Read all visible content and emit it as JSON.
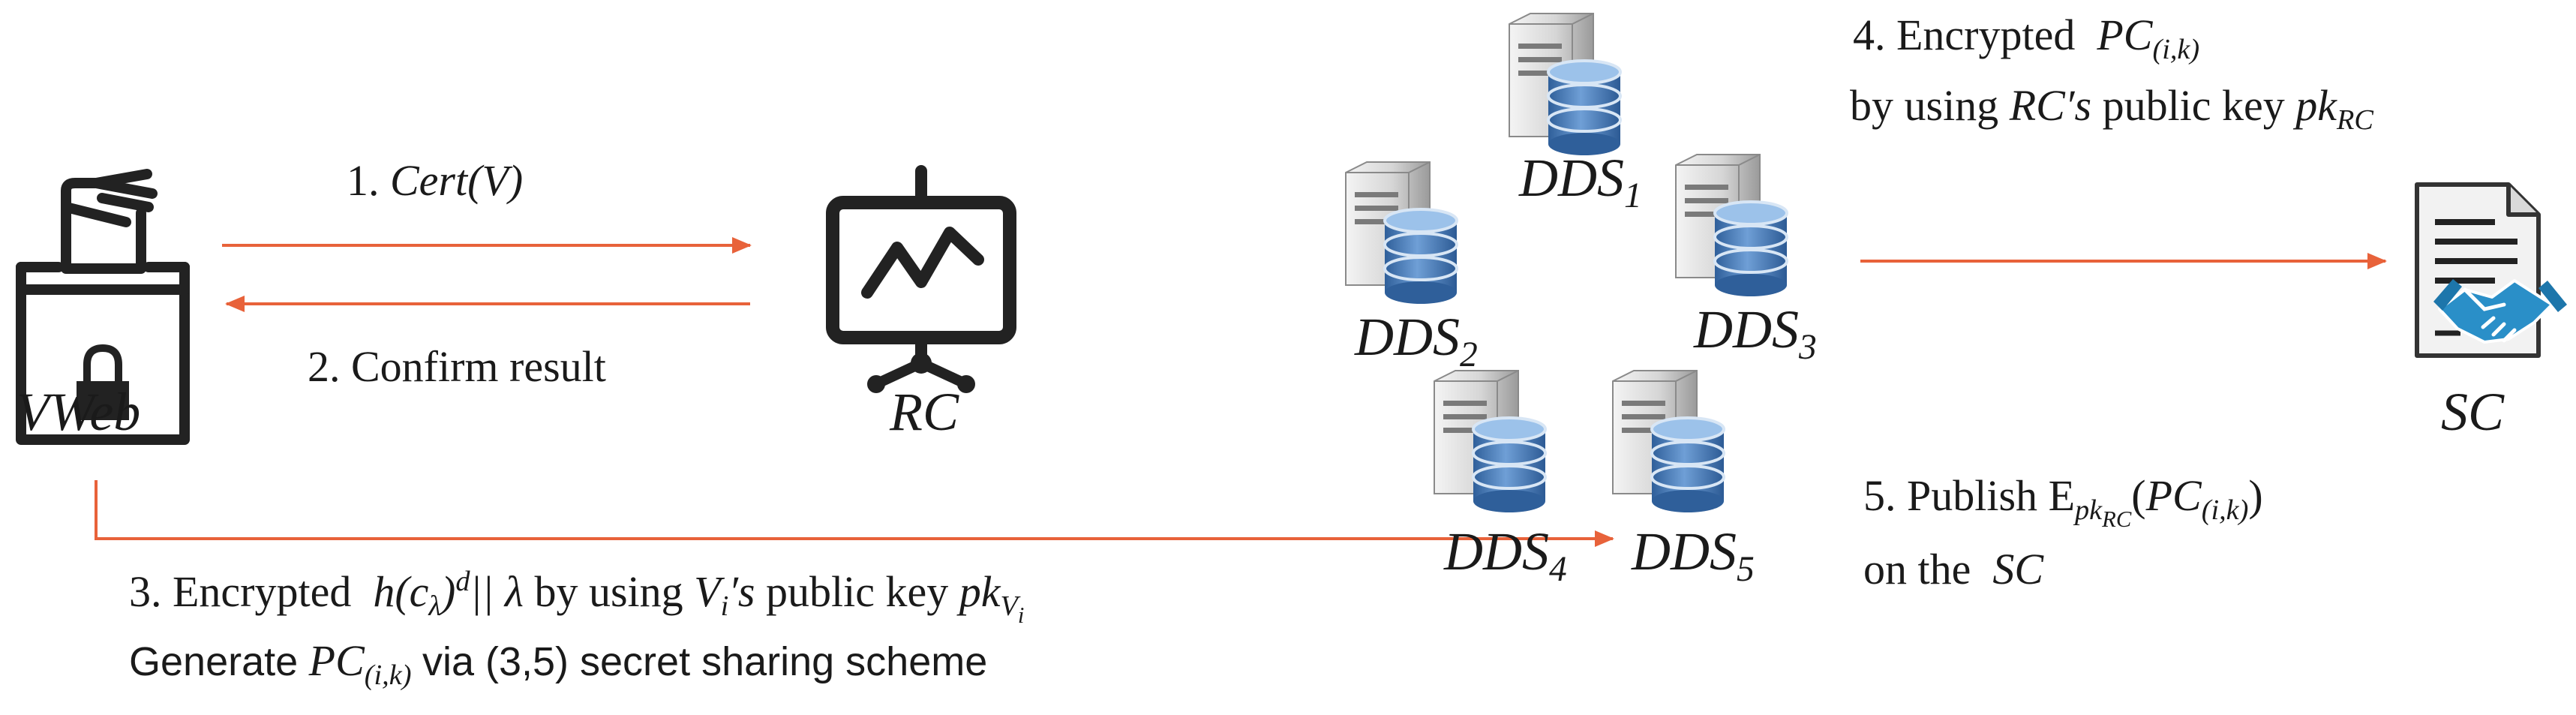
{
  "nodes": {
    "vweb": "VWeb",
    "rc": "RC",
    "sc": "SC",
    "dds1": {
      "base": "DDS",
      "sub": "1"
    },
    "dds2": {
      "base": "DDS",
      "sub": "2"
    },
    "dds3": {
      "base": "DDS",
      "sub": "3"
    },
    "dds4": {
      "base": "DDS",
      "sub": "4"
    },
    "dds5": {
      "base": "DDS",
      "sub": "5"
    }
  },
  "steps": {
    "s1": {
      "num": "1.",
      "text": "Cert(V)"
    },
    "s2": {
      "text": "2. Confirm result"
    },
    "s3": {
      "prefix": "3. Encrypted",
      "h": "h(c",
      "lambda_sub": "λ",
      "close": ")",
      "d": "d",
      "concat": "|| λ",
      "by_using": "by using",
      "vi": "V",
      "vi_sub": "i",
      "vi_prime": "′s",
      "tail": "public key",
      "pk": "pk",
      "pk_sub": "V",
      "pk_sub_sub": "i"
    },
    "s3b": {
      "prefix": "Generate",
      "pc": "PC",
      "pc_sub": "(i,k)",
      "tail": "via (3,5) secret sharing scheme"
    },
    "s4": {
      "prefix": "4. Encrypted",
      "pc": "PC",
      "pc_sub": "(i,k)",
      "line2_prefix": "by using",
      "rc": "RC′s",
      "line2_tail": "public key",
      "pk": "pk",
      "pk_sub": "RC"
    },
    "s5": {
      "prefix": "5. Publish",
      "e": "E",
      "e_sub": "pk",
      "e_sub_sub": "RC",
      "open": "(",
      "pc": "PC",
      "pc_sub": "(i,k)",
      "close": ")",
      "line2_prefix": "on the",
      "sc": "SC"
    }
  },
  "colors": {
    "arrow": "#e8623a",
    "icon_dark": "#222222",
    "db_blue": "#3f74b4",
    "db_light": "#8fb8e2",
    "server_grey": "#c9c9c9",
    "handshake_blue": "#2a8fc8"
  }
}
